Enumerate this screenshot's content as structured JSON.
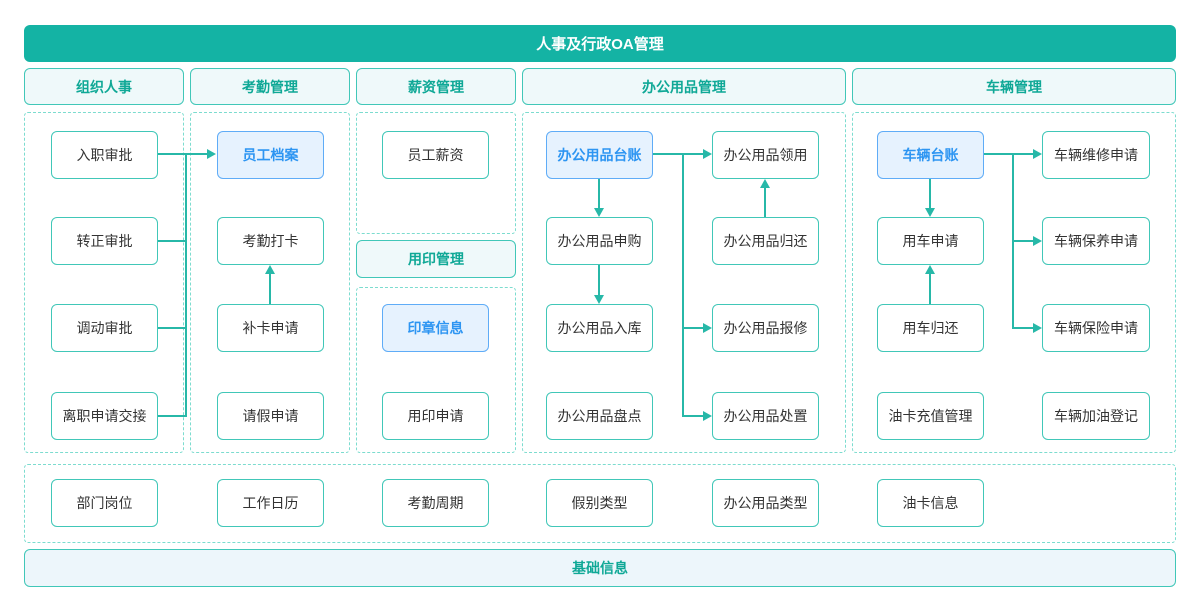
{
  "header": {
    "title": "人事及行政OA管理"
  },
  "column_headers": [
    {
      "label": "组织人事"
    },
    {
      "label": "考勤管理"
    },
    {
      "label": "薪资管理"
    },
    {
      "label": "办公用品管理"
    },
    {
      "label": "车辆管理"
    }
  ],
  "sub_header": {
    "label": "用印管理"
  },
  "nodes": {
    "org": [
      {
        "label": "入职审批"
      },
      {
        "label": "转正审批"
      },
      {
        "label": "调动审批"
      },
      {
        "label": "离职申请交接"
      }
    ],
    "attendance": [
      {
        "label": "员工档案",
        "highlight": true
      },
      {
        "label": "考勤打卡"
      },
      {
        "label": "补卡申请"
      },
      {
        "label": "请假申请"
      }
    ],
    "salary": [
      {
        "label": "员工薪资"
      }
    ],
    "seal": [
      {
        "label": "印章信息",
        "highlight": true
      },
      {
        "label": "用印申请"
      }
    ],
    "office_left": [
      {
        "label": "办公用品台账",
        "highlight": true
      },
      {
        "label": "办公用品申购"
      },
      {
        "label": "办公用品入库"
      },
      {
        "label": "办公用品盘点"
      }
    ],
    "office_right": [
      {
        "label": "办公用品领用"
      },
      {
        "label": "办公用品归还"
      },
      {
        "label": "办公用品报修"
      },
      {
        "label": "办公用品处置"
      }
    ],
    "vehicle_left": [
      {
        "label": "车辆台账",
        "highlight": true
      },
      {
        "label": "用车申请"
      },
      {
        "label": "用车归还"
      },
      {
        "label": "油卡充值管理"
      }
    ],
    "vehicle_right": [
      {
        "label": "车辆维修申请"
      },
      {
        "label": "车辆保养申请"
      },
      {
        "label": "车辆保险申请"
      },
      {
        "label": "车辆加油登记"
      }
    ],
    "basic": [
      {
        "label": "部门岗位"
      },
      {
        "label": "工作日历"
      },
      {
        "label": "考勤周期"
      },
      {
        "label": "假别类型"
      },
      {
        "label": "办公用品类型"
      },
      {
        "label": "油卡信息"
      }
    ]
  },
  "footer": {
    "title": "基础信息"
  },
  "colors": {
    "primary_teal": "#14b3a4",
    "teal_border": "#41c7b8",
    "dashed_border": "#7cdccf",
    "teal_text": "#0fa896",
    "arrow": "#27b8a8",
    "panel_background": "#eff9fa",
    "footer_background": "#edf6fb",
    "highlight_blue_background": "#e6f2fe",
    "highlight_blue_border": "#5facf7",
    "highlight_blue_text": "#2d95f2",
    "node_text": "#333333"
  }
}
